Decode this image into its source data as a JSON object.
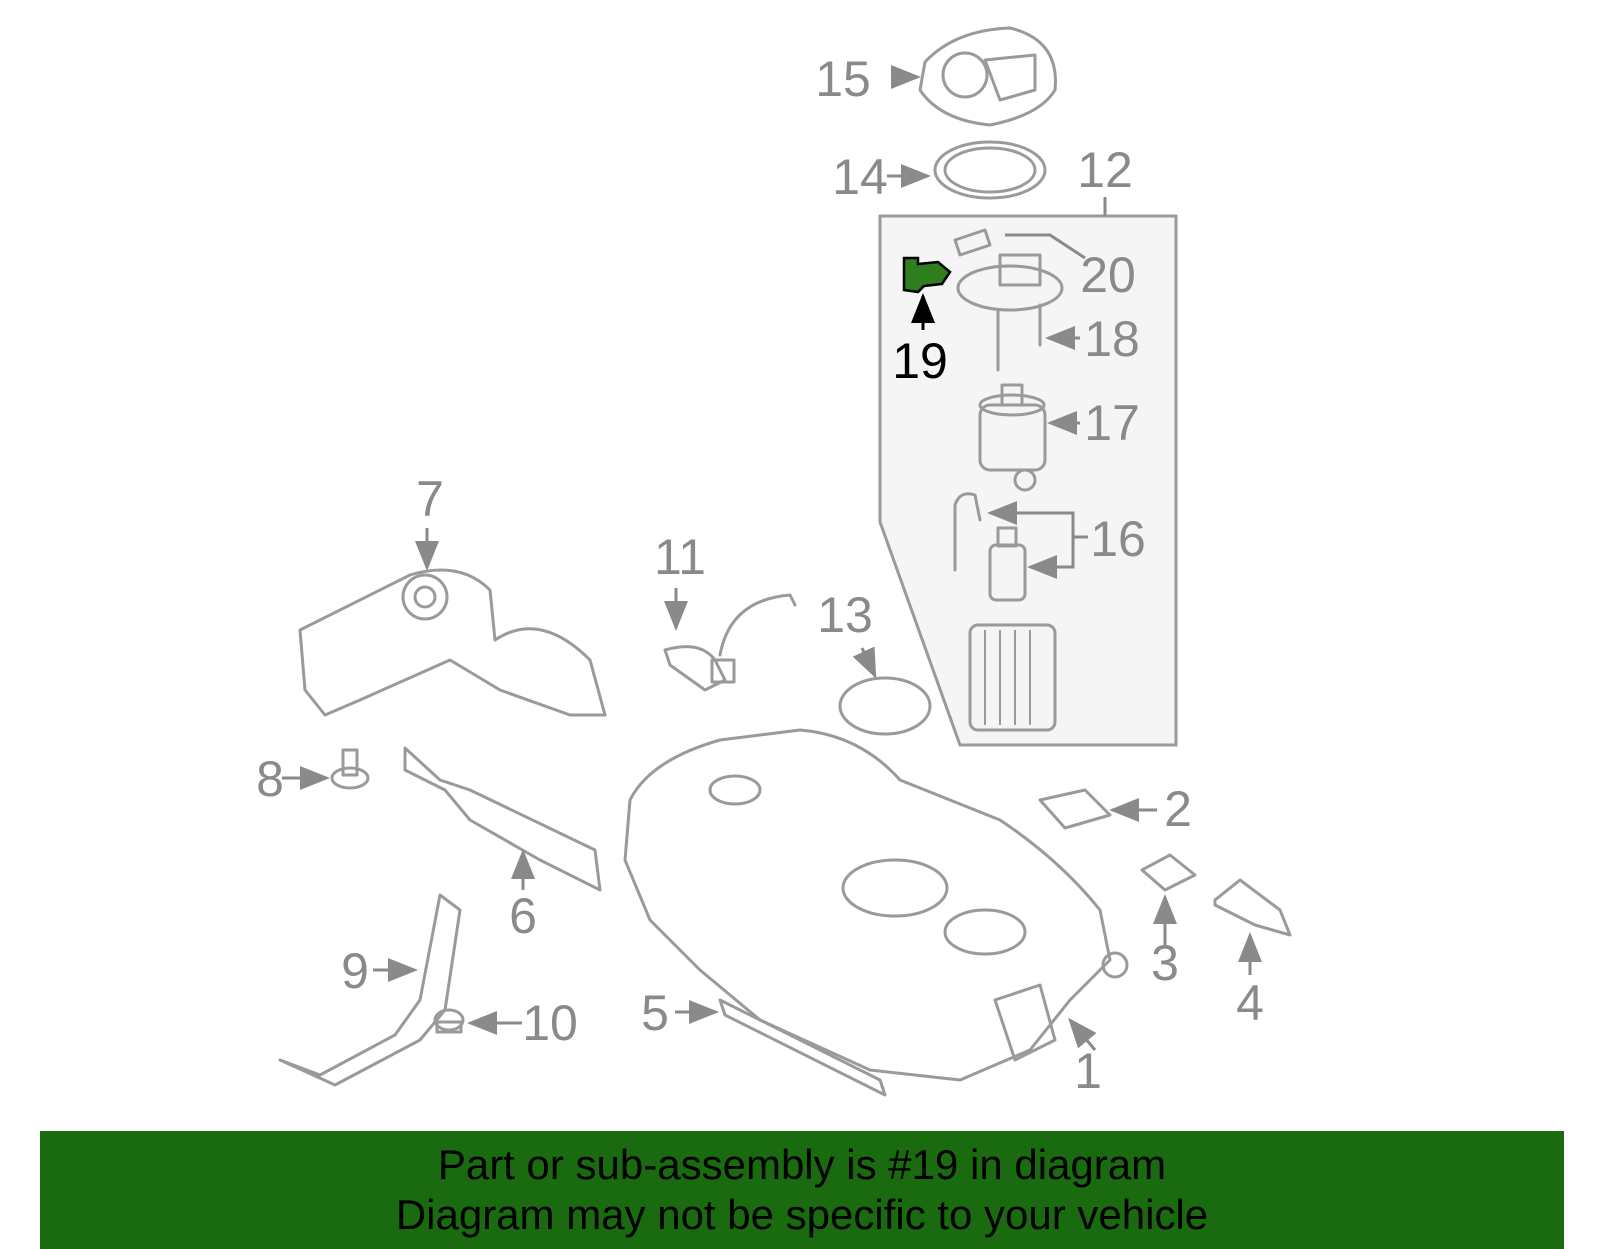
{
  "diagram": {
    "highlighted_part": "19",
    "callouts": [
      "1",
      "2",
      "3",
      "4",
      "5",
      "6",
      "7",
      "8",
      "9",
      "10",
      "11",
      "12",
      "13",
      "14",
      "15",
      "16",
      "17",
      "18",
      "19",
      "20"
    ]
  },
  "footer": {
    "line1": "Part or sub-assembly is #19 in diagram",
    "line2": "Diagram may not be specific to your vehicle"
  },
  "colors": {
    "banner": "#1a6b10",
    "highlight": "#2e7d1e",
    "line_art": "#9a9a9a",
    "assembly_box": "#f5f5f5"
  }
}
